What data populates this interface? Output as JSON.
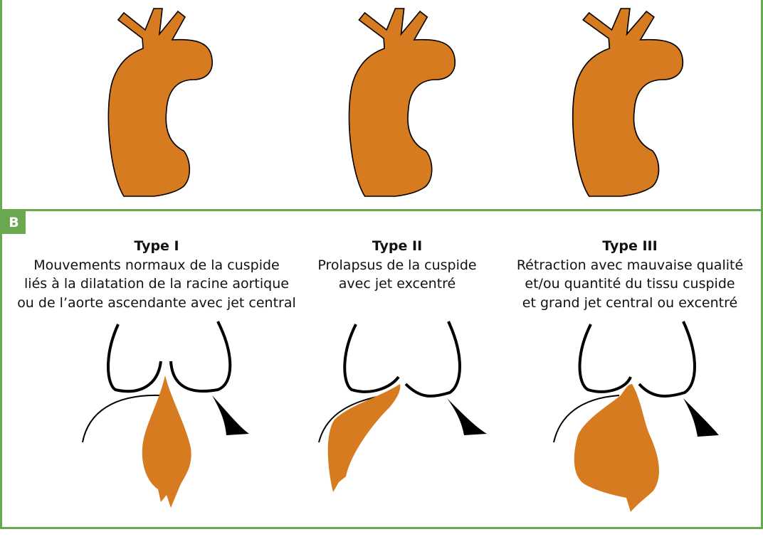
{
  "panel_label": "B",
  "colors": {
    "frame": "#6aa84f",
    "aorta": "#d67b1f",
    "outline": "#000000"
  },
  "panel_a": {
    "aortas": [
      {
        "name": "aorta-normal"
      },
      {
        "name": "aorta-root-dilated"
      },
      {
        "name": "aorta-ascending-dilated"
      }
    ]
  },
  "types": [
    {
      "title": "Type I",
      "lines": [
        "Mouvements normaux de la cuspide",
        "liés à la dilatation de la racine aortique",
        "ou de l’aorte ascendante avec jet central"
      ]
    },
    {
      "title": "Type II",
      "lines": [
        "Prolapsus de la cuspide",
        "avec jet excentré"
      ]
    },
    {
      "title": "Type III",
      "lines": [
        "Rétraction avec mauvaise qualité",
        "et/ou quantité du tissu cuspide",
        "et grand jet central ou excentré"
      ]
    }
  ]
}
